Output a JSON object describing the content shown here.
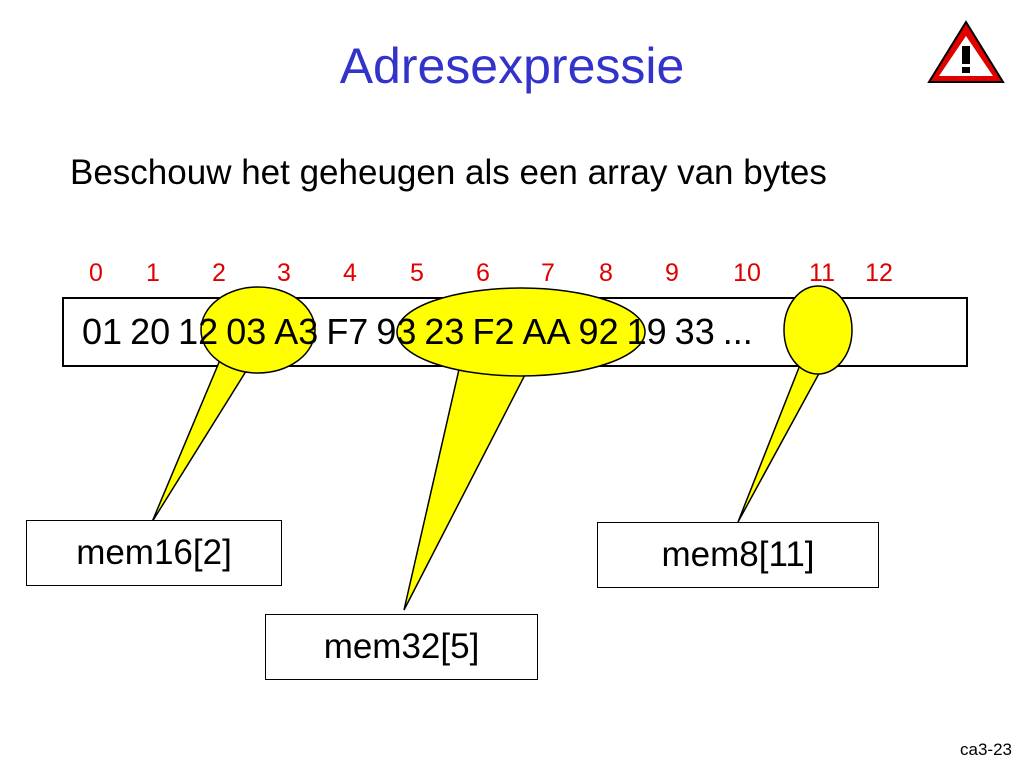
{
  "slide": {
    "title": "Adresexpressie",
    "body": "Beschouw het geheugen als een array van bytes",
    "footer": "ca3-23",
    "warning_icon": "warning-triangle-icon"
  },
  "colors": {
    "title": "#3333cc",
    "index_labels": "#e00000",
    "highlight": "#ffff00",
    "warning_red": "#e00000"
  },
  "memory": {
    "indices": [
      "0",
      "1",
      "2",
      "3",
      "4",
      "5",
      "6",
      "7",
      "8",
      "9",
      "10",
      "11",
      "12"
    ],
    "bytes": [
      "01",
      "20",
      "12",
      "03",
      "A3",
      "F7",
      "93",
      "23",
      "F2",
      "AA",
      "92",
      "19",
      "33",
      "..."
    ]
  },
  "callouts": [
    {
      "label": "mem16[2]"
    },
    {
      "label": "mem32[5]"
    },
    {
      "label": "mem8[11]"
    }
  ]
}
